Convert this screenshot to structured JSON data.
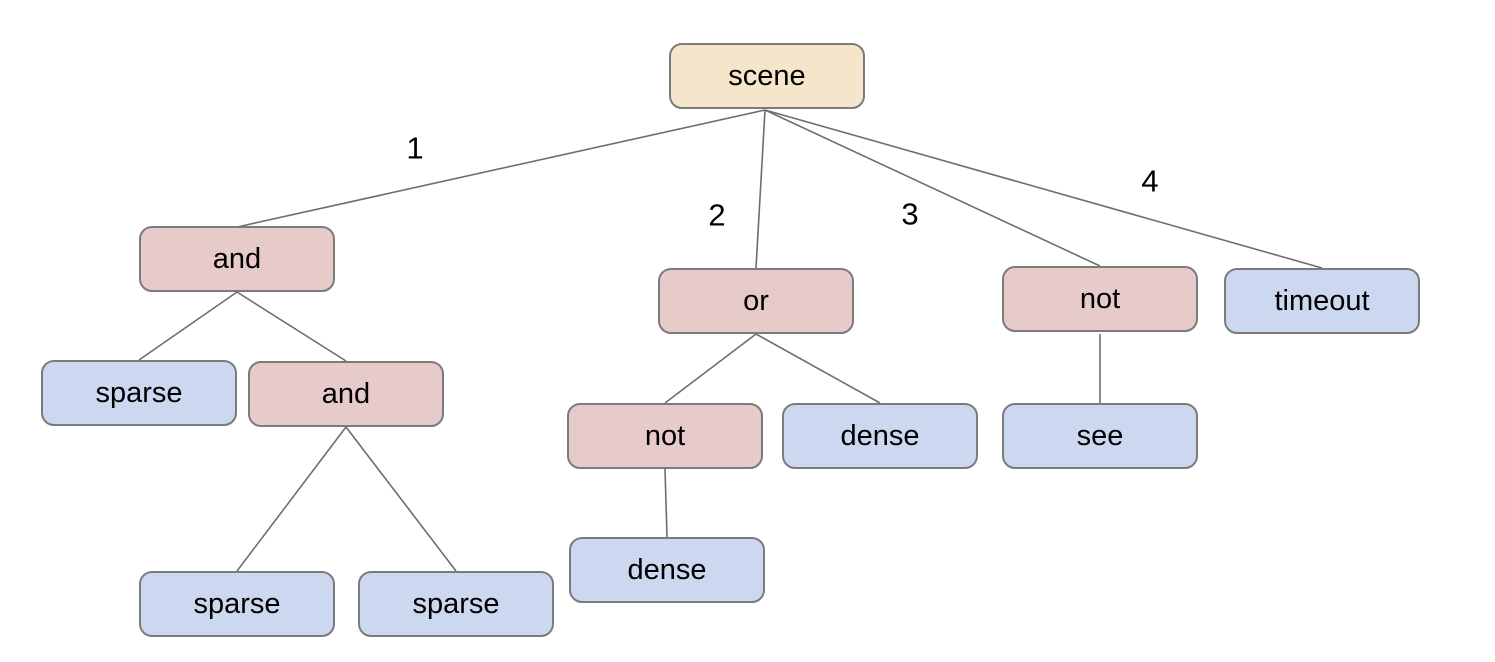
{
  "diagram": {
    "title": "behavior-tree",
    "palette": {
      "root_fill": "#f5e5cb",
      "operator_fill": "#e7caca",
      "leaf_fill": "#ccd7f0",
      "node_border": "#7b7b7b",
      "edge_stroke": "#6e6e6e",
      "text": "#000000",
      "background": "#ffffff"
    },
    "nodes": [
      {
        "id": "scene",
        "label": "scene",
        "kind": "root"
      },
      {
        "id": "and1",
        "label": "and",
        "kind": "operator"
      },
      {
        "id": "or1",
        "label": "or",
        "kind": "operator"
      },
      {
        "id": "not2",
        "label": "not",
        "kind": "operator"
      },
      {
        "id": "timeout",
        "label": "timeout",
        "kind": "leaf"
      },
      {
        "id": "sparse1",
        "label": "sparse",
        "kind": "leaf"
      },
      {
        "id": "and2",
        "label": "and",
        "kind": "operator"
      },
      {
        "id": "not1",
        "label": "not",
        "kind": "operator"
      },
      {
        "id": "dense1",
        "label": "dense",
        "kind": "leaf"
      },
      {
        "id": "see",
        "label": "see",
        "kind": "leaf"
      },
      {
        "id": "sparse2",
        "label": "sparse",
        "kind": "leaf"
      },
      {
        "id": "sparse3",
        "label": "sparse",
        "kind": "leaf"
      },
      {
        "id": "dense2",
        "label": "dense",
        "kind": "leaf"
      }
    ],
    "edges": [
      {
        "from": "scene",
        "to": "and1",
        "label": "1"
      },
      {
        "from": "scene",
        "to": "or1",
        "label": "2"
      },
      {
        "from": "scene",
        "to": "not2",
        "label": "3"
      },
      {
        "from": "scene",
        "to": "timeout",
        "label": "4"
      },
      {
        "from": "and1",
        "to": "sparse1",
        "label": ""
      },
      {
        "from": "and1",
        "to": "and2",
        "label": ""
      },
      {
        "from": "and2",
        "to": "sparse2",
        "label": ""
      },
      {
        "from": "and2",
        "to": "sparse3",
        "label": ""
      },
      {
        "from": "or1",
        "to": "not1",
        "label": ""
      },
      {
        "from": "or1",
        "to": "dense1",
        "label": ""
      },
      {
        "from": "not1",
        "to": "dense2",
        "label": ""
      },
      {
        "from": "not2",
        "to": "see",
        "label": ""
      }
    ]
  }
}
